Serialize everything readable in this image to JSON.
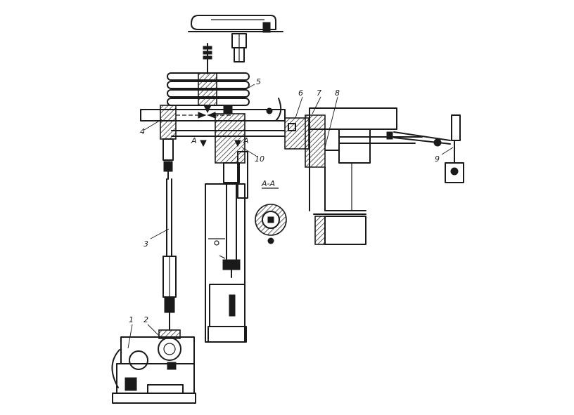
{
  "labels": {
    "l1": "1",
    "l2": "2",
    "l3": "3",
    "l4": "4",
    "l5": "5",
    "l6": "6",
    "l7": "7",
    "l8": "8",
    "l9": "9",
    "l10": "10",
    "section_left": "A",
    "section_right": "A",
    "section_title": "A-A"
  }
}
